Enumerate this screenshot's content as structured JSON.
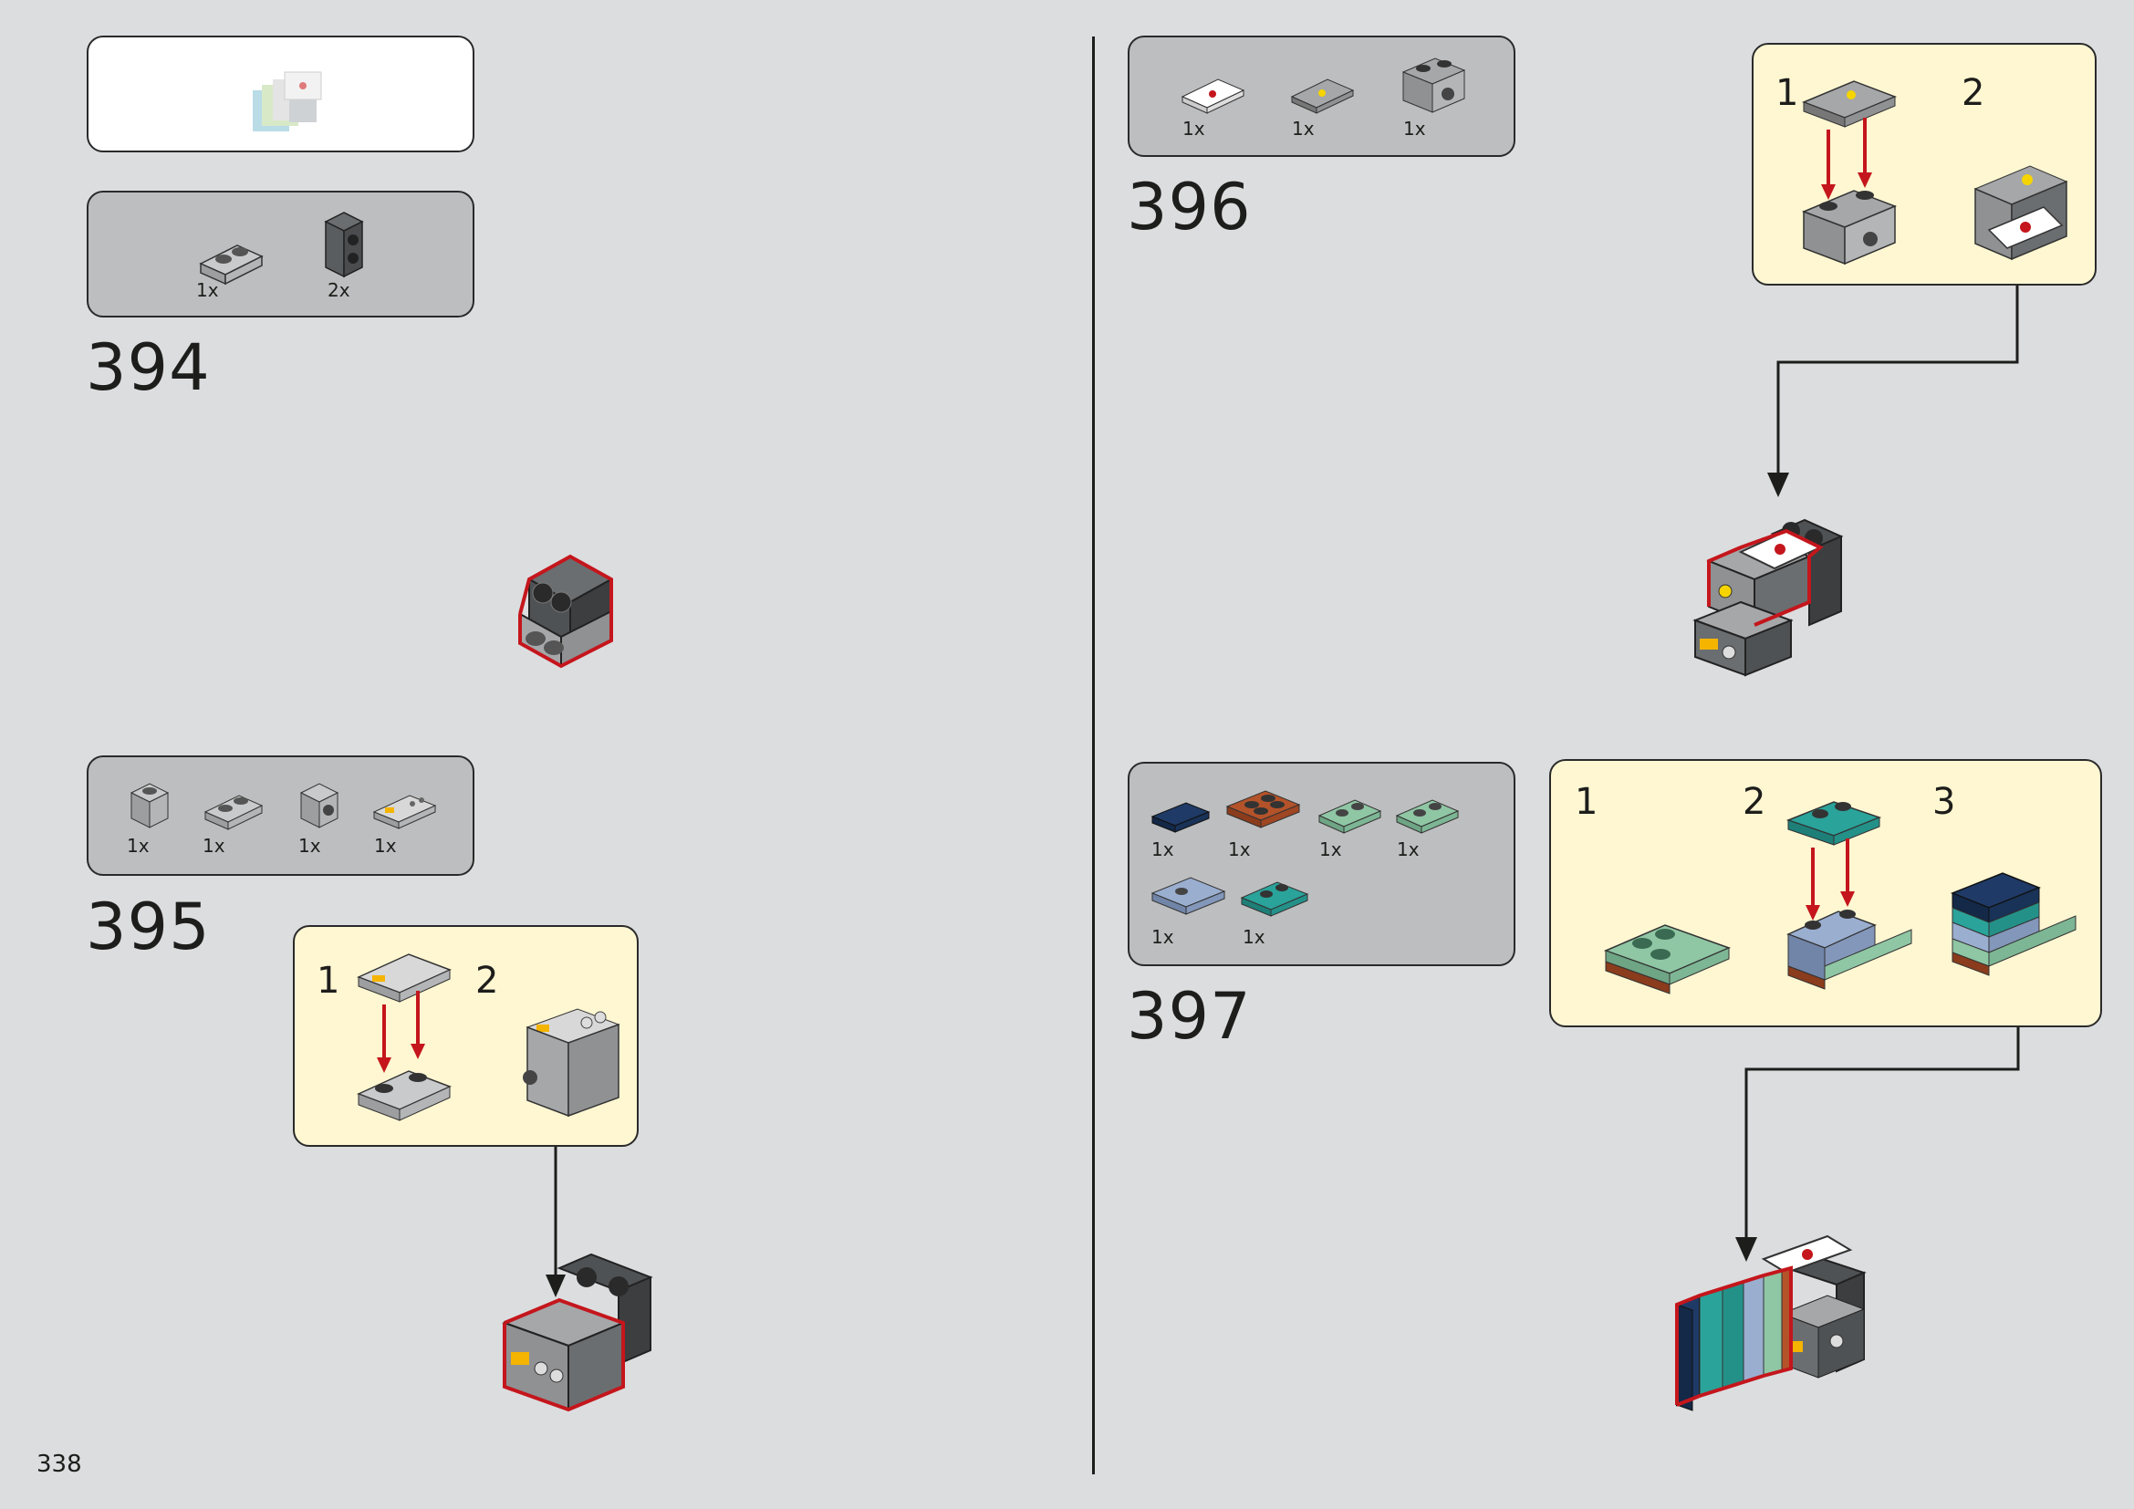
{
  "page": {
    "number": "338"
  },
  "steps": [
    {
      "number": "394",
      "parts": [
        {
          "qty": "1x"
        },
        {
          "qty": "2x"
        }
      ]
    },
    {
      "number": "395",
      "parts": [
        {
          "qty": "1x"
        },
        {
          "qty": "1x"
        },
        {
          "qty": "1x"
        },
        {
          "qty": "1x"
        }
      ],
      "substeps": [
        "1",
        "2"
      ]
    },
    {
      "number": "396",
      "parts": [
        {
          "qty": "1x"
        },
        {
          "qty": "1x"
        },
        {
          "qty": "1x"
        }
      ],
      "substeps": [
        "1",
        "2"
      ]
    },
    {
      "number": "397",
      "parts": [
        {
          "qty": "1x"
        },
        {
          "qty": "1x"
        },
        {
          "qty": "1x"
        },
        {
          "qty": "1x"
        },
        {
          "qty": "1x"
        },
        {
          "qty": "1x"
        }
      ],
      "substeps": [
        "1",
        "2",
        "3"
      ]
    }
  ],
  "colors": {
    "page_bg": "#dcdddf",
    "callout_bg": "#fff7d2",
    "parts_bg": "#bdbebf",
    "highlight_red": "#c4161c",
    "dark_bluish_gray": "#6b6e70",
    "light_bluish_gray": "#a5a7a9",
    "dark_blue": "#1f3a66",
    "reddish_brown": "#b4532a",
    "sand_green": "#8fc6a4",
    "teal": "#2aa39a",
    "bright_light_blue": "#9aaed0"
  }
}
